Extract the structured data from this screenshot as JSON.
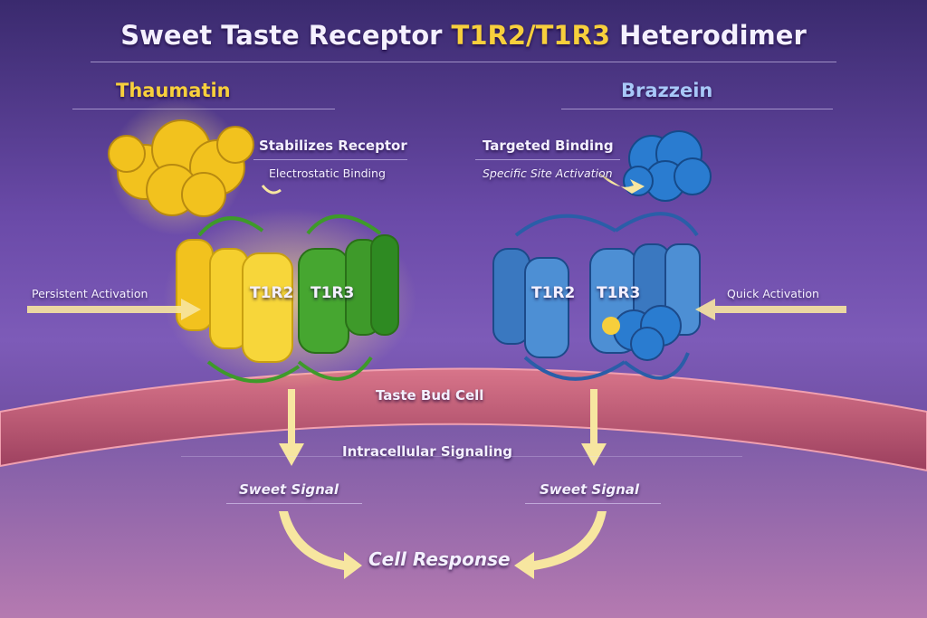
{
  "title": {
    "prefix": "Sweet Taste Receptor ",
    "highlight": "T1R2/T1R3",
    "suffix": " Heterodimer"
  },
  "left": {
    "protein": "Thaumatin",
    "action": "Stabilizes Receptor",
    "binding": "Electrostatic Binding",
    "activation": "Persistent Activation",
    "subunit_a": "T1R2",
    "subunit_b": "T1R3",
    "signal": "Sweet Signal"
  },
  "right": {
    "protein": "Brazzein",
    "action": "Targeted Binding",
    "binding": "Specific Site Activation",
    "activation": "Quick Activation",
    "subunit_a": "T1R2",
    "subunit_b": "T1R3",
    "signal": "Sweet Signal"
  },
  "membrane_label": "Taste Bud Cell",
  "intracellular_label": "Intracellular Signaling",
  "response_label": "Cell Response",
  "colors": {
    "thaumatin": "#f2c21e",
    "t1r3_green": "#3e9a2a",
    "brazzein": "#2a7cd0",
    "membrane": "#c0566e",
    "highlight": "#f7cf3c"
  }
}
